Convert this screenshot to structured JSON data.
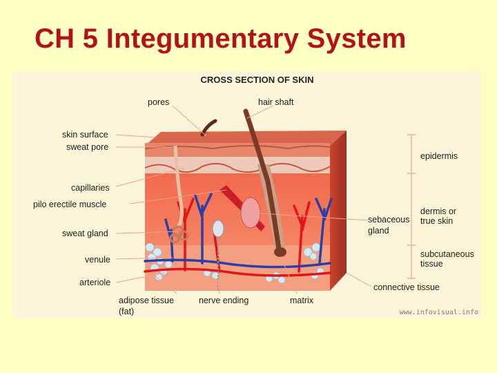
{
  "slide": {
    "title": "CH 5 Integumentary System"
  },
  "figure": {
    "heading": "CROSS SECTION OF SKIN",
    "labels": {
      "pores": "pores",
      "hair_shaft": "hair shaft",
      "skin_surface": "skin surface",
      "sweat_pore": "sweat pore",
      "capillaries": "capillaries",
      "pilo_erectile_muscle": "pilo erectile muscle",
      "sweat_gland": "sweat gland",
      "venule": "venule",
      "arteriole": "arteriole",
      "adipose_tissue_1": "adipose tissue",
      "adipose_tissue_2": "(fat)",
      "nerve_ending": "nerve ending",
      "matrix": "matrix",
      "epidermis": "epidermis",
      "dermis_1": "dermis or",
      "dermis_2": "true skin",
      "sebaceous_1": "sebaceous",
      "sebaceous_2": "gland",
      "subcutaneous_1": "subcutaneous",
      "subcutaneous_2": "tissue",
      "connective_tissue": "connective tissue"
    },
    "watermark": "www.infovisual.info",
    "colors": {
      "epidermis_top": "#e9896a",
      "dermis": "#f06a4e",
      "subcutaneous": "#f39a78",
      "hair": "#8a4a32",
      "vein": "#2a3fa8",
      "artery": "#e0161a",
      "fat": "#cfe3ee",
      "leader_line": "#f0a090"
    }
  }
}
